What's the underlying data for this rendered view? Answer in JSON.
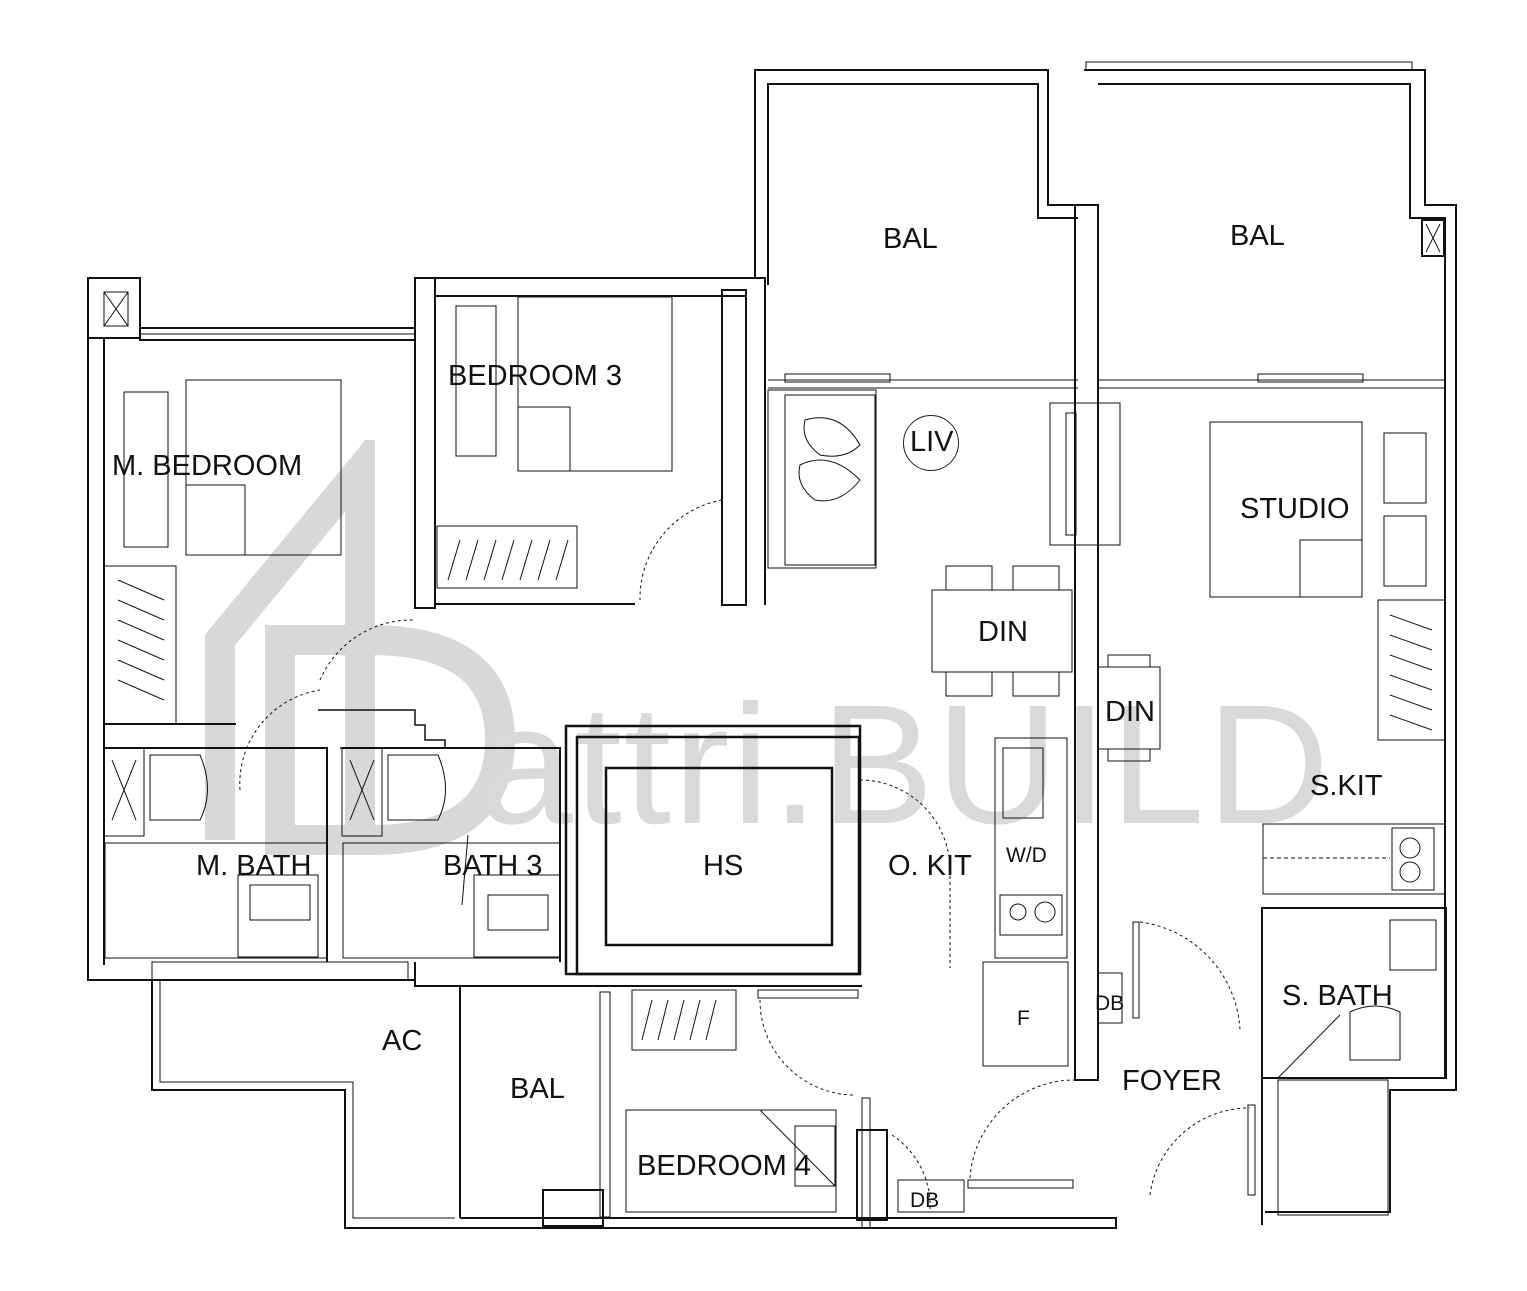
{
  "watermark": {
    "text": "attri.BUILD"
  },
  "rooms": {
    "bal_1": "BAL",
    "bal_2": "BAL",
    "bal_3": "BAL",
    "m_bedroom": "M. BEDROOM",
    "bedroom_3": "BEDROOM 3",
    "bedroom_4": "BEDROOM 4",
    "liv": "LIV",
    "studio": "STUDIO",
    "din_1": "DIN",
    "din_2": "DIN",
    "s_kit": "S.KIT",
    "m_bath": "M. BATH",
    "bath_3": "BATH 3",
    "hs": "HS",
    "o_kit": "O. KIT",
    "w_d": "W/D",
    "f": "F",
    "db_1": "DB",
    "db_2": "DB",
    "s_bath": "S. BATH",
    "foyer": "FOYER",
    "ac": "AC"
  },
  "colors": {
    "wall": "#111111",
    "watermark": "#d9d9d9",
    "fixture": "#444444"
  }
}
